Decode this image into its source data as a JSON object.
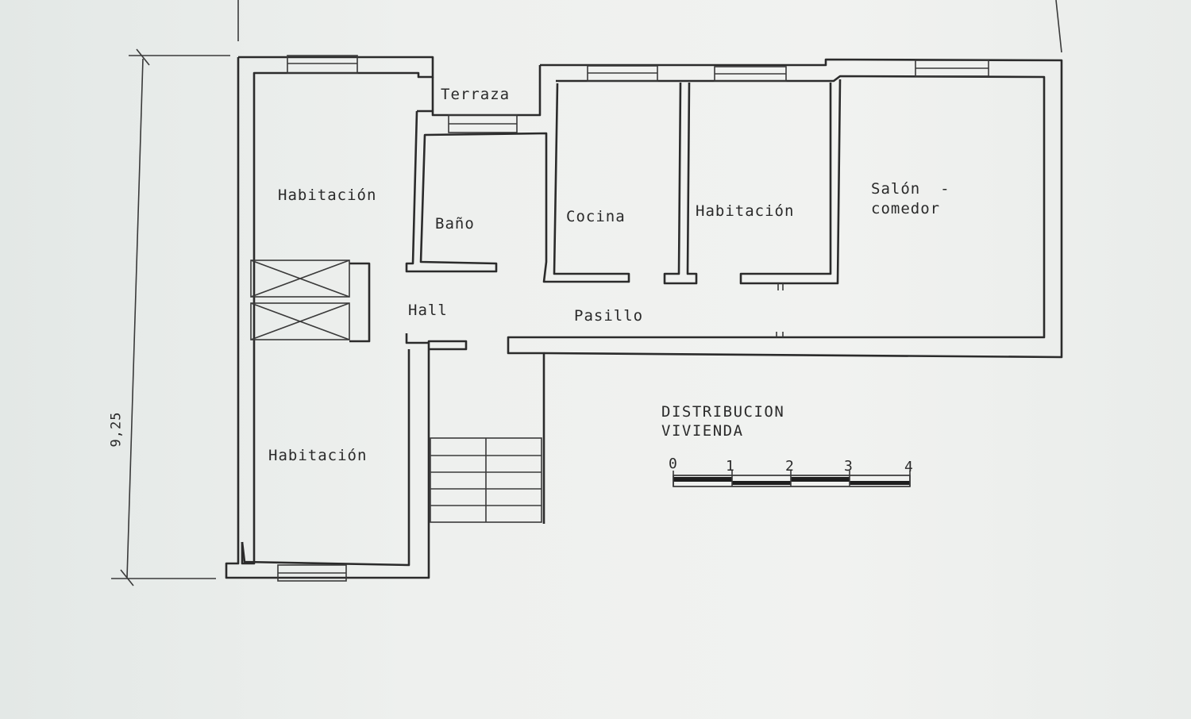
{
  "rooms": {
    "terrace": "Terraza",
    "bedroom_top_left": "Habitación",
    "bathroom": "Baño",
    "kitchen": "Cocina",
    "bedroom_middle": "Habitación",
    "living_line1": "Salón  -",
    "living_line2": "comedor",
    "hall": "Hall",
    "corridor": "Pasillo",
    "bedroom_bottom_left": "Habitación"
  },
  "dimension": {
    "height_label": "9,25"
  },
  "title": {
    "line1": "DISTRIBUCION",
    "line2": "VIVIENDA"
  },
  "scale_bar": {
    "ticks": [
      "0",
      "1",
      "2",
      "3",
      "4"
    ]
  },
  "colors": {
    "ink": "#2b2b2b",
    "paper": "#eef0ee"
  }
}
